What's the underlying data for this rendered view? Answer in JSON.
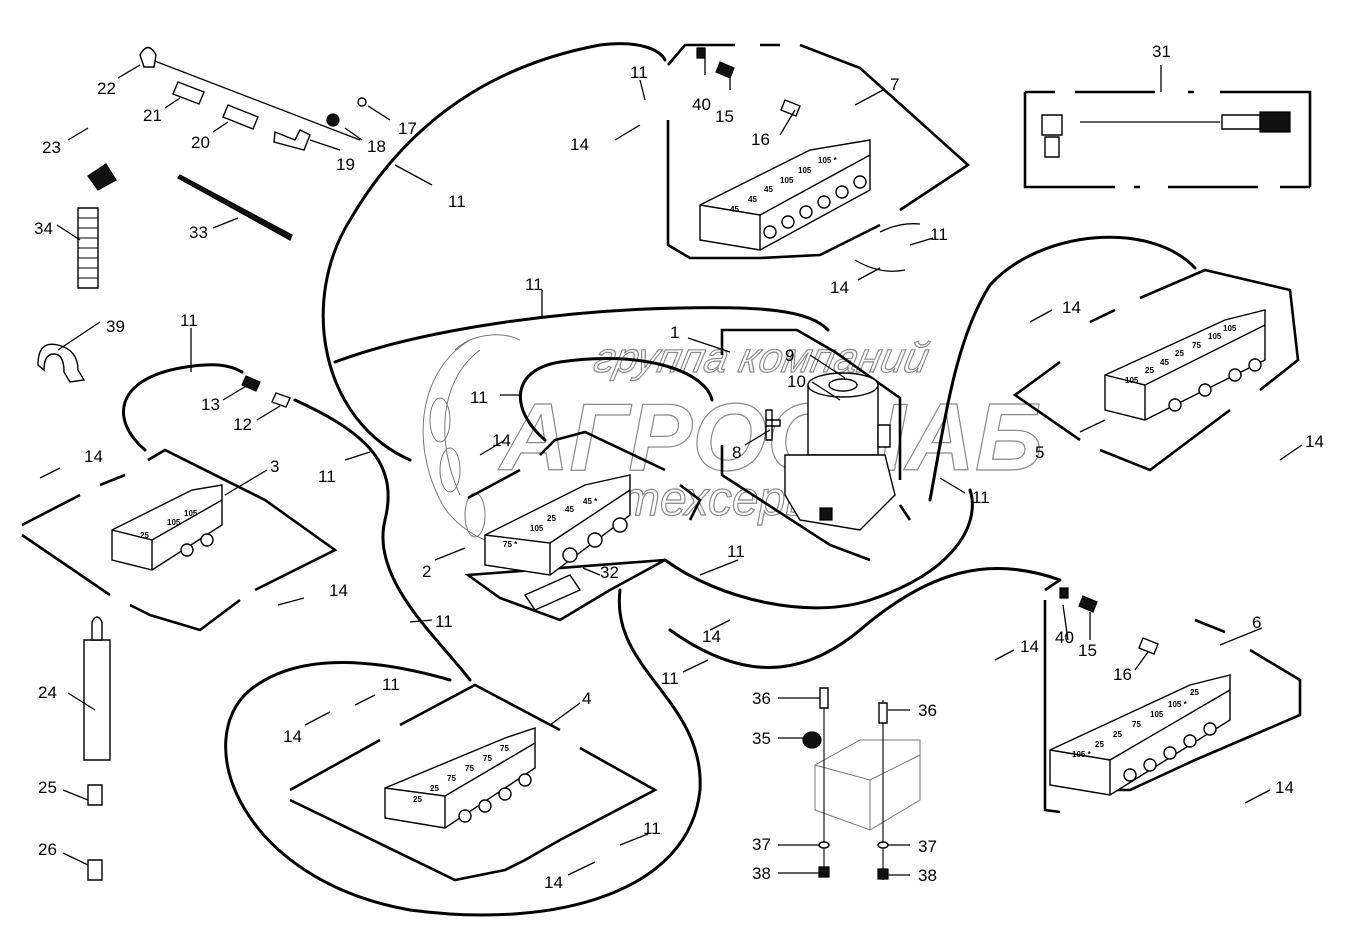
{
  "watermark": {
    "line1": "группа компаний",
    "line2": "АГРОСНАБ",
    "line3": "техсервис",
    "color": "#8a8a8a"
  },
  "callouts": {
    "c1": "1",
    "c2": "2",
    "c3": "3",
    "c4": "4",
    "c5": "5",
    "c6": "6",
    "c7": "7",
    "c8": "8",
    "c9": "9",
    "c10": "10",
    "c11": "11",
    "c12": "12",
    "c13": "13",
    "c14": "14",
    "c15": "15",
    "c16": "16",
    "c17": "17",
    "c18": "18",
    "c19": "19",
    "c20": "20",
    "c21": "21",
    "c22": "22",
    "c23": "23",
    "c24": "24",
    "c25": "25",
    "c26": "26",
    "c31": "31",
    "c32": "32",
    "c33": "33",
    "c34": "34",
    "c35": "35",
    "c36": "36",
    "c37": "37",
    "c38": "38",
    "c39": "39",
    "c40": "40"
  },
  "blocks": {
    "block7": [
      "45",
      "45",
      "45",
      "105",
      "105",
      "105 *"
    ],
    "block5": [
      "105",
      "25",
      "45",
      "25",
      "75",
      "105",
      "105"
    ],
    "block3": [
      "25",
      "105",
      "105"
    ],
    "block2": [
      "75 *",
      "105",
      "25",
      "45",
      "45 *"
    ],
    "block4": [
      "25",
      "25",
      "75",
      "75",
      "75",
      "75"
    ],
    "block6": [
      "105 *",
      "25",
      "25",
      "75",
      "105",
      "105 *",
      "25"
    ]
  },
  "colors": {
    "ink": "#000000",
    "background": "#ffffff"
  }
}
